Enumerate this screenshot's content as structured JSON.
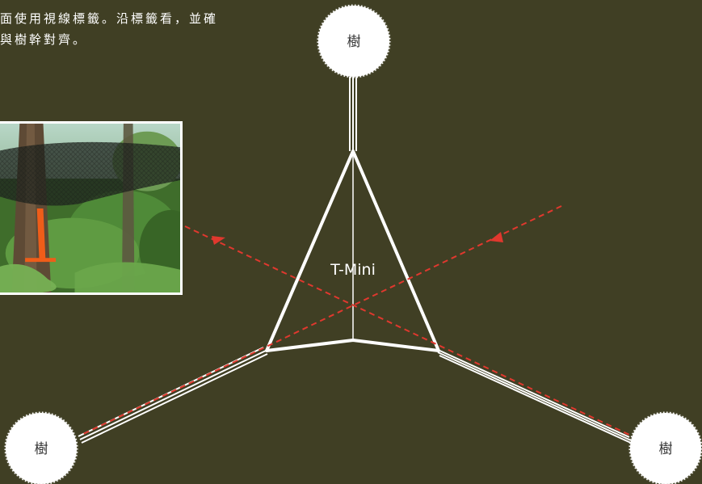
{
  "instruction": {
    "line1": "面使用視線標籤。沿標籤看，並確",
    "line2": "與樹幹對齊。"
  },
  "diagram": {
    "center_label": "T-Mini",
    "trees": [
      {
        "label": "樹"
      },
      {
        "label": "樹"
      },
      {
        "label": "樹"
      }
    ]
  },
  "colors": {
    "background": "#403f24",
    "line": "#ffffff",
    "sight_line": "#e0382e"
  }
}
